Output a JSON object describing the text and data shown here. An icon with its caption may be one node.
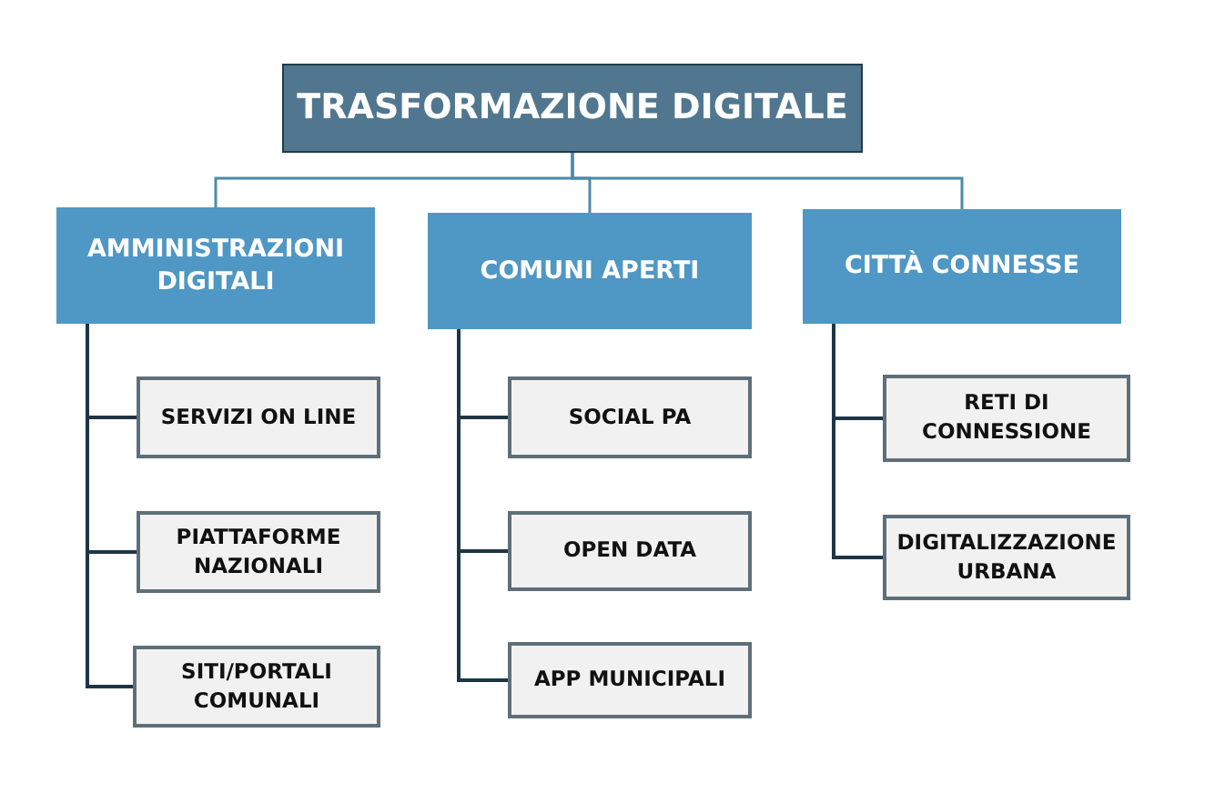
{
  "diagram": {
    "nodes": [
      {
        "text": [
          "TRASFORMAZIONE DIGITALE"
        ]
      },
      {
        "text": [
          "AMMINISTRAZIONI DIGITALI"
        ]
      },
      {
        "text": [
          "COMUNI APERTI"
        ]
      },
      {
        "text": [
          "CITTÀ CONNESSE"
        ]
      },
      {
        "text": [
          "SERVIZI ON LINE"
        ]
      },
      {
        "text": [
          "PIATTAFORME NAZIONALI"
        ]
      },
      {
        "text": [
          "SITI/PORTALI COMUNALI"
        ]
      },
      {
        "text": [
          "SOCIAL PA"
        ]
      },
      {
        "text": [
          "OPEN DATA"
        ]
      },
      {
        "text": [
          "APP MUNICIPALI"
        ]
      },
      {
        "text": [
          "RETI DI CONNESSIONE"
        ]
      },
      {
        "text": [
          "DIGITALIZZAZIONE URBANA"
        ]
      }
    ],
    "edges": [
      {
        "from": 0,
        "to": 1,
        "arrow": "none",
        "color": "#4d8aa8"
      },
      {
        "from": 0,
        "to": 2,
        "arrow": "none",
        "color": "#4d8aa8"
      },
      {
        "from": 0,
        "to": 3,
        "arrow": "none",
        "color": "#4d8aa8"
      },
      {
        "from": 1,
        "to": 4,
        "arrow": "none"
      },
      {
        "from": 1,
        "to": 5,
        "arrow": "none"
      },
      {
        "from": 1,
        "to": 6,
        "arrow": "none"
      },
      {
        "from": 2,
        "to": 7,
        "arrow": "none"
      },
      {
        "from": 2,
        "to": 8,
        "arrow": "none"
      },
      {
        "from": 2,
        "to": 9,
        "arrow": "none"
      },
      {
        "from": 3,
        "to": 10,
        "arrow": "none"
      },
      {
        "from": 3,
        "to": 11,
        "arrow": "none"
      }
    ]
  }
}
